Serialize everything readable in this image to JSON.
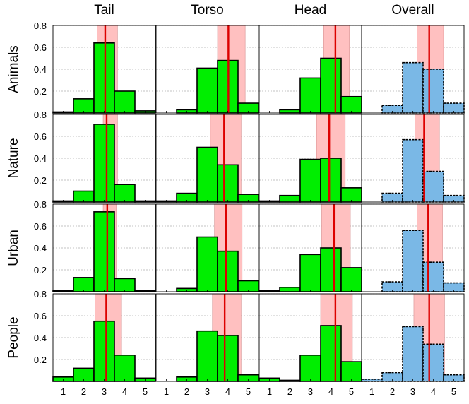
{
  "figure": {
    "columns": [
      "Tail",
      "Torso",
      "Head",
      "Overall"
    ],
    "rows": [
      "Animals",
      "Nature",
      "Urban",
      "People"
    ],
    "x_ticks": [
      "1",
      "2",
      "3",
      "4",
      "5"
    ],
    "y_ticks": [
      "0.2",
      "0.4",
      "0.6",
      "0.8"
    ]
  },
  "colors": {
    "bar_part": "#00ee00",
    "bar_overall": "#7ab8e6",
    "mean_line": "#dd0000",
    "band": "#ffc0c0",
    "grid": "#b0b0b0"
  },
  "chart_data": {
    "type": "bar",
    "layout": "grid 4 rows x 4 columns of histograms",
    "categories": [
      "1",
      "2",
      "3",
      "4",
      "5"
    ],
    "ylim": [
      0,
      0.8
    ],
    "xlim": [
      0.5,
      5.5
    ],
    "grid": "horizontal dashed",
    "panels": [
      {
        "row": "Animals",
        "column": "Tail",
        "values": [
          0.01,
          0.13,
          0.64,
          0.2,
          0.02
        ],
        "mean": 3.05,
        "band": [
          2.65,
          3.65
        ]
      },
      {
        "row": "Animals",
        "column": "Torso",
        "values": [
          0.0,
          0.03,
          0.41,
          0.48,
          0.09
        ],
        "mean": 4.03,
        "band": [
          3.5,
          4.85
        ]
      },
      {
        "row": "Animals",
        "column": "Head",
        "values": [
          0.0,
          0.03,
          0.32,
          0.5,
          0.15
        ],
        "mean": 4.22,
        "band": [
          3.65,
          4.9
        ]
      },
      {
        "row": "Animals",
        "column": "Overall",
        "values": [
          0.0,
          0.07,
          0.46,
          0.4,
          0.09
        ],
        "mean": 3.8,
        "band": [
          3.2,
          4.5
        ]
      },
      {
        "row": "Nature",
        "column": "Tail",
        "values": [
          0.01,
          0.1,
          0.71,
          0.16,
          0.01
        ],
        "mean": 3.12,
        "band": [
          2.95,
          3.65
        ]
      },
      {
        "row": "Nature",
        "column": "Torso",
        "values": [
          0.01,
          0.08,
          0.5,
          0.34,
          0.07
        ],
        "mean": 3.82,
        "band": [
          3.15,
          4.65
        ]
      },
      {
        "row": "Nature",
        "column": "Head",
        "values": [
          0.01,
          0.06,
          0.39,
          0.4,
          0.13
        ],
        "mean": 3.92,
        "band": [
          3.3,
          4.7
        ]
      },
      {
        "row": "Nature",
        "column": "Overall",
        "values": [
          0.0,
          0.08,
          0.57,
          0.28,
          0.06
        ],
        "mean": 3.55,
        "band": [
          3.1,
          4.3
        ]
      },
      {
        "row": "Urban",
        "column": "Tail",
        "values": [
          0.01,
          0.13,
          0.73,
          0.12,
          0.01
        ],
        "mean": 3.15,
        "band": [
          2.95,
          3.6
        ]
      },
      {
        "row": "Urban",
        "column": "Torso",
        "values": [
          0.0,
          0.03,
          0.5,
          0.37,
          0.1
        ],
        "mean": 3.92,
        "band": [
          3.35,
          4.7
        ]
      },
      {
        "row": "Urban",
        "column": "Head",
        "values": [
          0.01,
          0.04,
          0.34,
          0.4,
          0.22
        ],
        "mean": 4.15,
        "band": [
          3.55,
          4.95
        ]
      },
      {
        "row": "Urban",
        "column": "Overall",
        "values": [
          0.0,
          0.09,
          0.56,
          0.27,
          0.08
        ],
        "mean": 3.75,
        "band": [
          3.2,
          4.45
        ]
      },
      {
        "row": "People",
        "column": "Tail",
        "values": [
          0.04,
          0.12,
          0.55,
          0.24,
          0.03
        ],
        "mean": 3.1,
        "band": [
          2.55,
          3.85
        ]
      },
      {
        "row": "People",
        "column": "Torso",
        "values": [
          0.0,
          0.04,
          0.46,
          0.42,
          0.06
        ],
        "mean": 3.85,
        "band": [
          3.25,
          4.65
        ]
      },
      {
        "row": "People",
        "column": "Head",
        "values": [
          0.03,
          0.01,
          0.24,
          0.51,
          0.18
        ],
        "mean": 4.22,
        "band": [
          3.5,
          5.05
        ]
      },
      {
        "row": "People",
        "column": "Overall",
        "values": [
          0.02,
          0.08,
          0.5,
          0.34,
          0.06
        ],
        "mean": 3.8,
        "band": [
          3.05,
          4.55
        ]
      }
    ]
  }
}
